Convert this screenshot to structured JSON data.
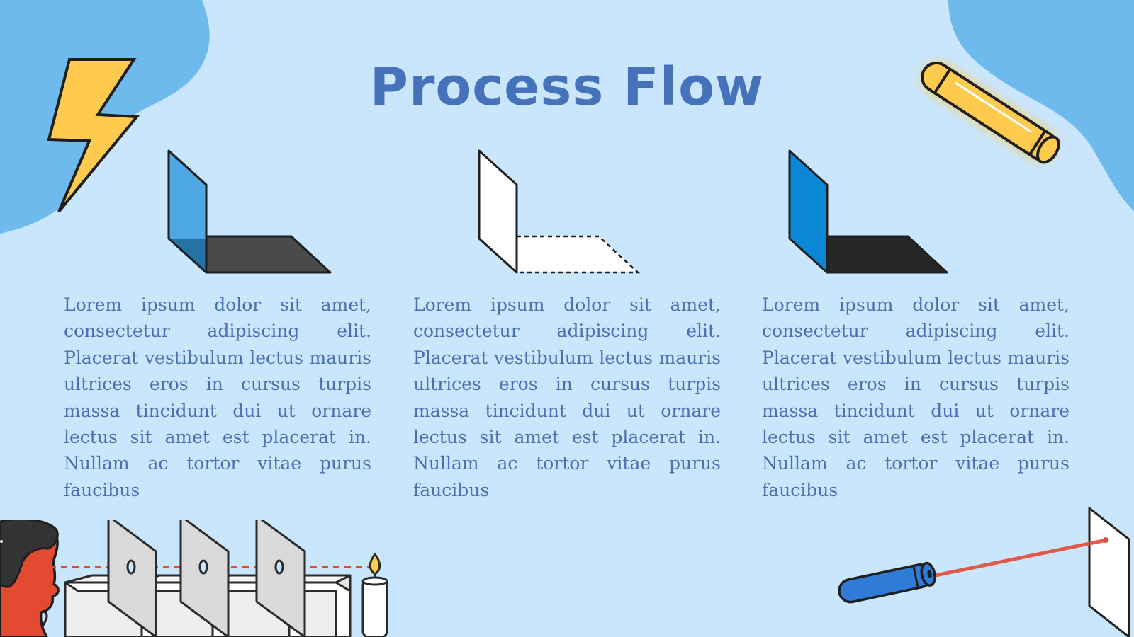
{
  "slide": {
    "title": "Process Flow",
    "columns": [
      {
        "text": "Lorem ipsum dolor sit amet, consectetur adipiscing elit. Placerat vestibulum lectus mauris ultrices eros in cursus turpis massa tincidunt dui ut ornare lectus sit amet est placerat in. Nullam ac tortor vitae purus faucibus"
      },
      {
        "text": "Lorem ipsum dolor sit amet, consectetur adipiscing elit. Placerat vestibulum lectus mauris ultrices eros in cursus turpis massa tincidunt dui ut ornare lectus sit amet est placerat in. Nullam ac tortor vitae purus faucibus"
      },
      {
        "text": "Lorem ipsum dolor sit amet, consectetur adipiscing elit. Placerat vestibulum lectus mauris ultrices eros in cursus turpis massa tincidunt dui ut ornare lectus sit amet est placerat in. Nullam ac tortor vitae purus faucibus"
      }
    ]
  },
  "icons": {
    "lightning": "lightning-bolt-icon",
    "glow_stick": "glow-stick-icon",
    "mirror_1": "mirror-blue-icon",
    "mirror_2": "mirror-white-icon",
    "mirror_3": "mirror-darkblue-icon",
    "candle_experiment": "candle-experiment-illustration",
    "laser": "laser-pointer-illustration"
  },
  "colors": {
    "background": "#c9e6fc",
    "blob": "#6fbaec",
    "title": "#4672bc",
    "body_text": "#4c6fb2",
    "accent_yellow": "#fecb4f",
    "accent_blue": "#0a88d6",
    "laser_red": "#e34a36"
  }
}
